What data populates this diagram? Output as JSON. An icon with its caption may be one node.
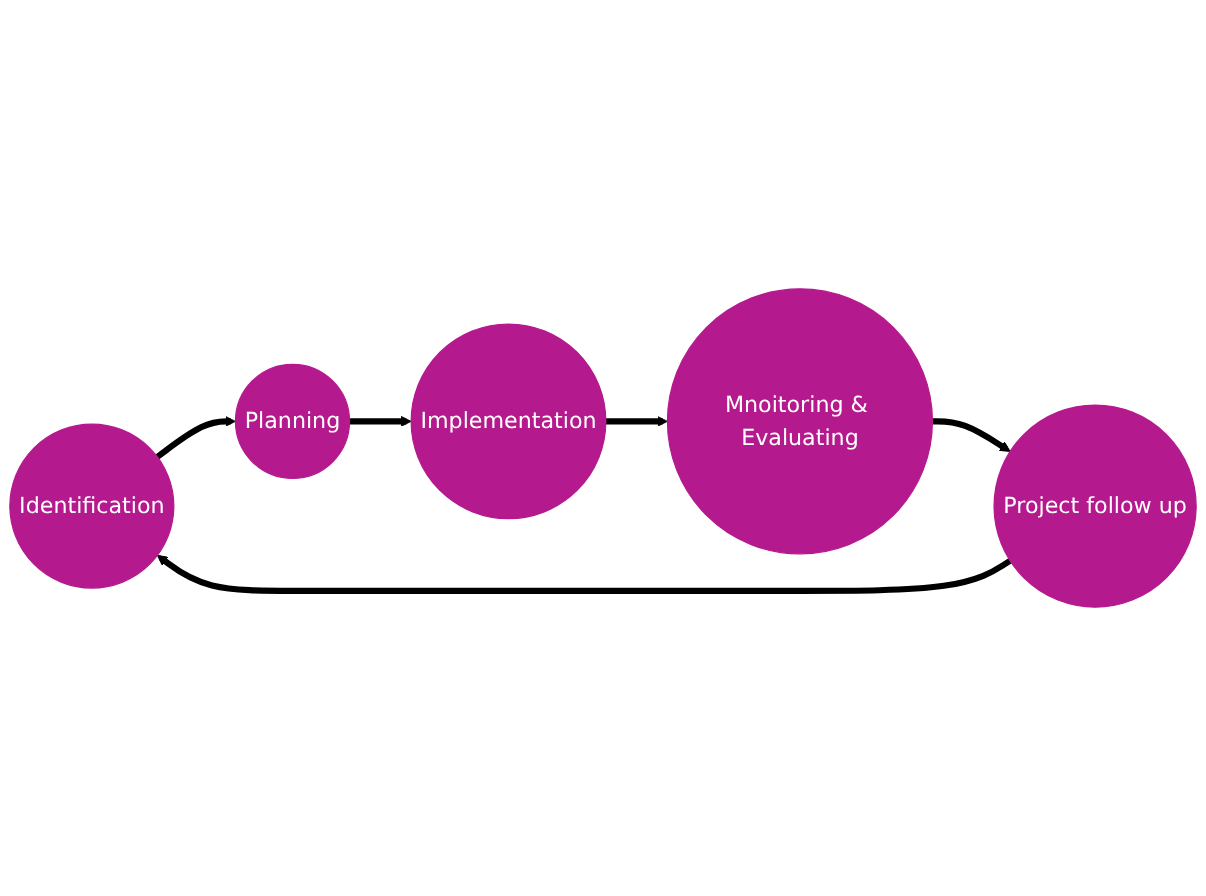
{
  "diagram": {
    "nodes": [
      {
        "text": [
          "Identification"
        ]
      },
      {
        "text": [
          "Planning"
        ]
      },
      {
        "text": [
          "Implementation"
        ]
      },
      {
        "text": [
          "Mnoitoring & Evaluating"
        ]
      },
      {
        "text": [
          "Project follow up"
        ]
      }
    ],
    "edges": [
      {
        "from": 0,
        "to": 1,
        "arrow": "to"
      },
      {
        "from": 1,
        "to": 2,
        "arrow": "to"
      },
      {
        "from": 2,
        "to": 3,
        "arrow": "to"
      },
      {
        "from": 3,
        "to": 4,
        "arrow": "to"
      },
      {
        "from": 4,
        "to": 0,
        "arrow": "to"
      }
    ]
  }
}
